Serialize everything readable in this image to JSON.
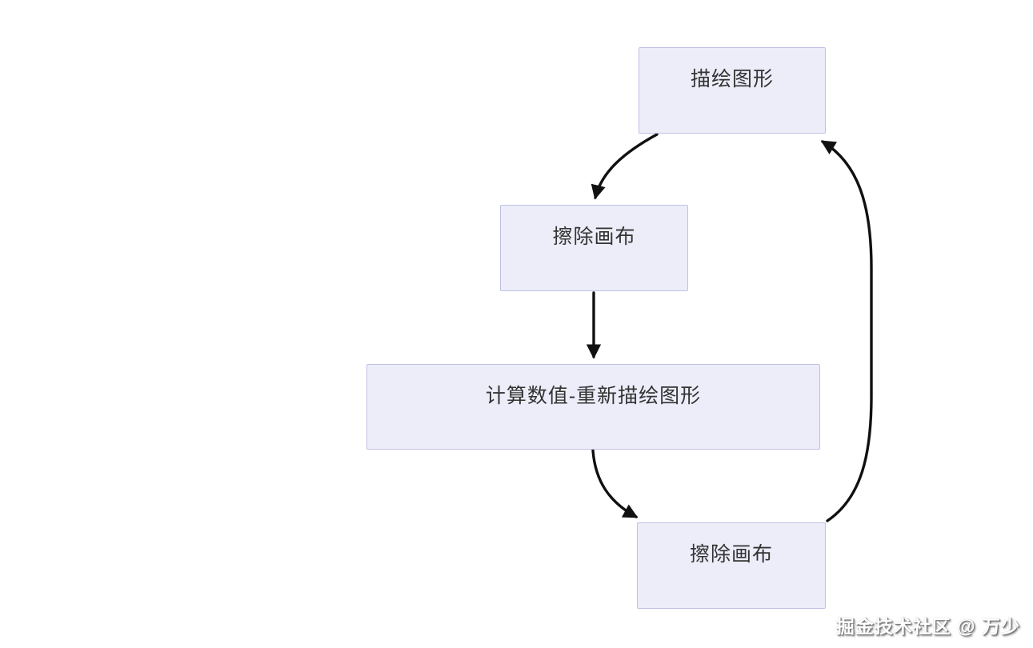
{
  "diagram": {
    "type": "flowchart",
    "nodes": [
      {
        "id": "draw-shape",
        "label": "描绘图形"
      },
      {
        "id": "erase-canvas-1",
        "label": "擦除画布"
      },
      {
        "id": "compute-redraw",
        "label": "计算数值-重新描绘图形"
      },
      {
        "id": "erase-canvas-2",
        "label": "擦除画布"
      }
    ],
    "edges": [
      {
        "from": "draw-shape",
        "to": "erase-canvas-1"
      },
      {
        "from": "erase-canvas-1",
        "to": "compute-redraw"
      },
      {
        "from": "compute-redraw",
        "to": "erase-canvas-2"
      },
      {
        "from": "erase-canvas-2",
        "to": "draw-shape"
      }
    ],
    "colors": {
      "node_fill": "#ededfa",
      "node_border": "#c0c0e4",
      "node_text": "#333333",
      "arrow": "#111111",
      "background": "#ffffff"
    }
  },
  "watermark": {
    "text": "掘金技术社区 @ 万少"
  }
}
